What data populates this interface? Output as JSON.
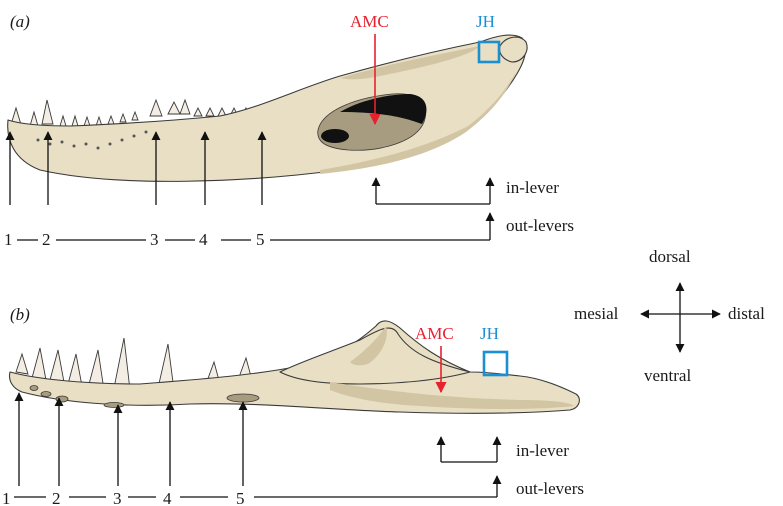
{
  "panel_a": {
    "label": "(a)",
    "amc": "AMC",
    "jh": "JH",
    "in_lever": "in-lever",
    "out_levers": "out-levers",
    "positions": [
      "1",
      "2",
      "3",
      "4",
      "5"
    ]
  },
  "panel_b": {
    "label": "(b)",
    "amc": "AMC",
    "jh": "JH",
    "in_lever": "in-lever",
    "out_levers": "out-levers",
    "positions": [
      "1",
      "2",
      "3",
      "4",
      "5"
    ]
  },
  "compass": {
    "dorsal": "dorsal",
    "ventral": "ventral",
    "mesial": "mesial",
    "distal": "distal"
  },
  "colors": {
    "amc": "#e8212f",
    "jh": "#1a8fd1",
    "bone": "#e9dfc4"
  }
}
